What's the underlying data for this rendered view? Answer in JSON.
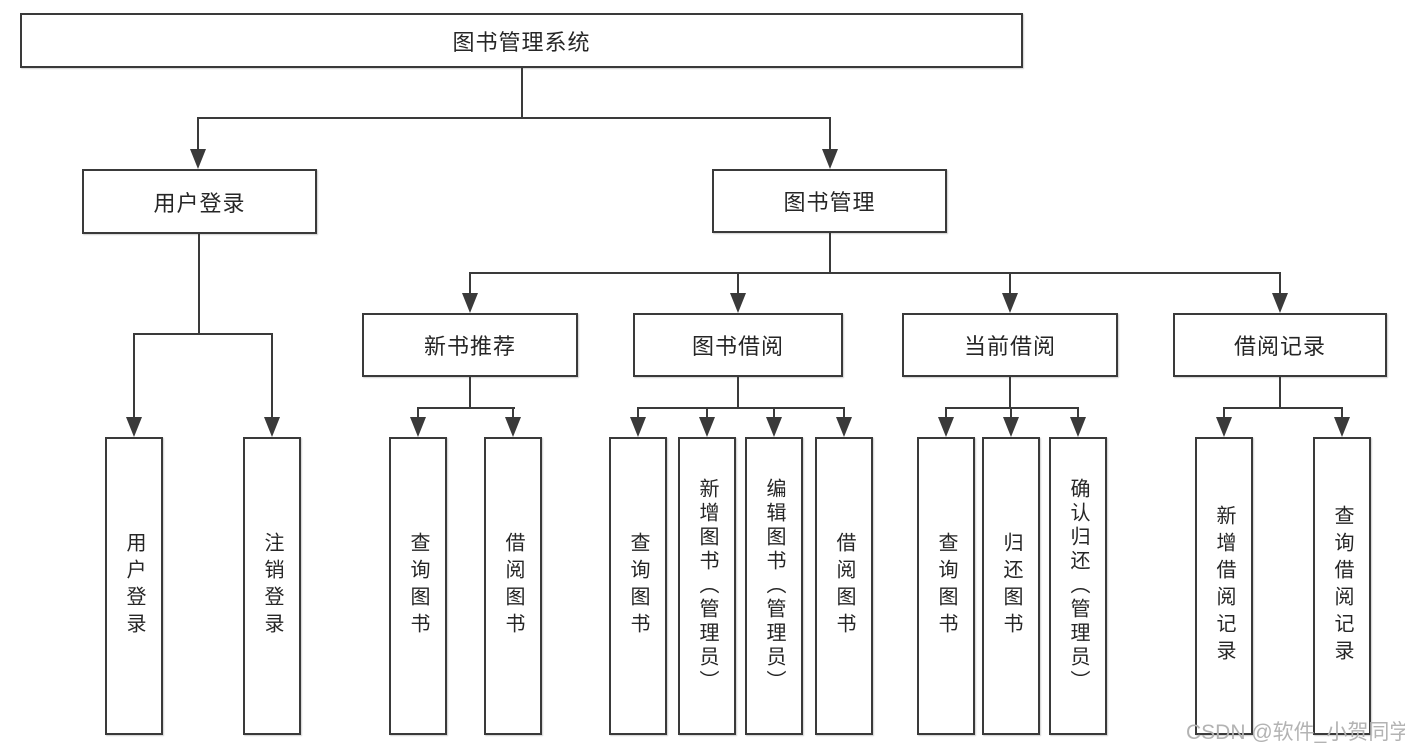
{
  "diagram": {
    "root": {
      "label": "图书管理系统"
    },
    "level2": [
      {
        "label": "用户登录"
      },
      {
        "label": "图书管理"
      }
    ],
    "level3": [
      {
        "label": "新书推荐"
      },
      {
        "label": "图书借阅"
      },
      {
        "label": "当前借阅"
      },
      {
        "label": "借阅记录"
      }
    ],
    "leaves": [
      {
        "label": "用户登录"
      },
      {
        "label": "注销登录"
      },
      {
        "label": "查询图书"
      },
      {
        "label": "借阅图书"
      },
      {
        "label": "查询图书"
      },
      {
        "label": "新增图书（管理员）"
      },
      {
        "label": "编辑图书（管理员）"
      },
      {
        "label": "借阅图书"
      },
      {
        "label": "查询图书"
      },
      {
        "label": "归还图书"
      },
      {
        "label": "确认归还（管理员）"
      },
      {
        "label": "新增借阅记录"
      },
      {
        "label": "查询借阅记录"
      }
    ]
  },
  "watermark": {
    "text": "CSDN @软件_小贺同学"
  },
  "colors": {
    "line": "#3a3a3a",
    "text": "#262626",
    "watermark": "#b3b3b3",
    "background": "#ffffff"
  }
}
